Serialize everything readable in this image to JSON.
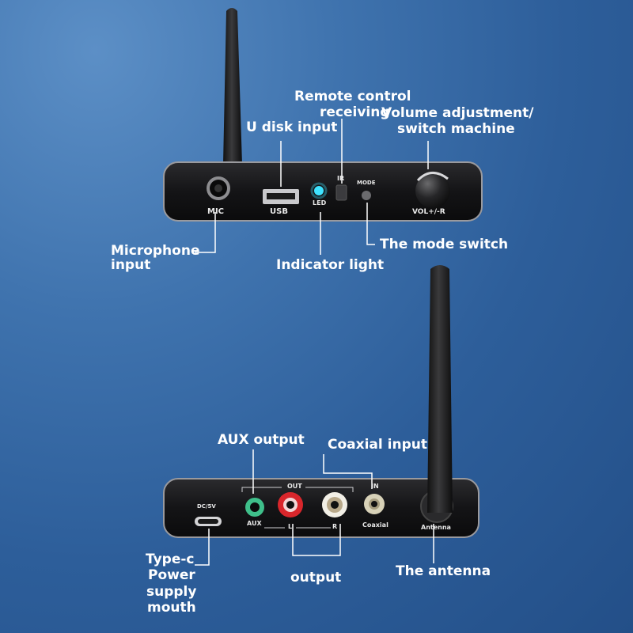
{
  "callouts": {
    "u_disk": "U disk input",
    "remote_line1": "Remote control",
    "remote_line2": "receiving",
    "volume_line1": "Volume adjustment/",
    "volume_line2": "switch machine",
    "microphone_line1": "Microphone",
    "microphone_line2": "input",
    "indicator": "Indicator light",
    "mode_switch": "The mode switch",
    "aux_output": "AUX output",
    "coaxial_input": "Coaxial input",
    "typec_line1": "Type-c",
    "typec_line2": "Power",
    "typec_line3": "supply",
    "typec_line4": "mouth",
    "output": "output",
    "antenna": "The antenna"
  },
  "front_panel": {
    "mic": "MIC",
    "usb": "USB",
    "led": "LED",
    "ir": "IR",
    "mode": "MODE",
    "volume": "VOL+/-R"
  },
  "back_panel": {
    "dc": "DC/5V",
    "out": "OUT",
    "in": "IN",
    "aux": "AUX",
    "left": "L",
    "right": "R",
    "coaxial": "Coaxial",
    "antenna": "Antenna"
  },
  "colors": {
    "background": "#2d5e9a",
    "device": "#1c1c1e",
    "led": "#3fe3ff",
    "aux_jack": "#3fbf8a",
    "rca_left": "#d9262b",
    "rca_right": "#f2efe6",
    "coaxial_jack": "#d8d2b8"
  }
}
